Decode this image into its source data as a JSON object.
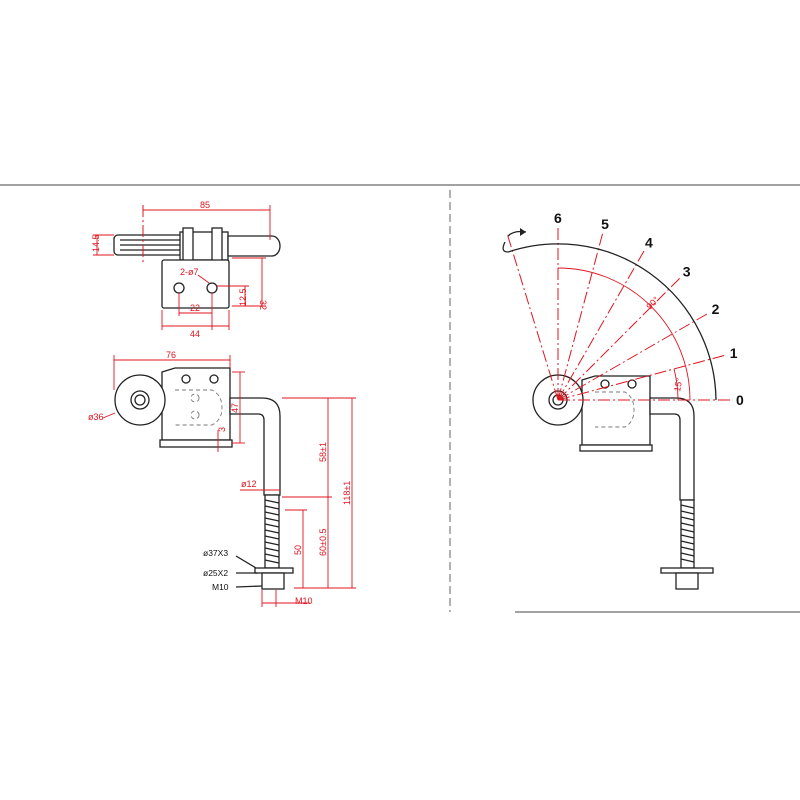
{
  "top_view": {
    "dims": {
      "width": "85",
      "height": "14.5",
      "holes": "2-ø7",
      "plate_height": "32",
      "hole_offset": "12.5",
      "hole_spacing": "22",
      "plate_width": "44"
    }
  },
  "side_view": {
    "dims": {
      "overall": "76",
      "roller": "ø36",
      "bracket_height": "47",
      "plate_thickness": "3",
      "upper": "58±1",
      "total": "118±1",
      "rod": "ø12",
      "lower": "60±0.5",
      "thread": "50",
      "thread_size": "M10"
    },
    "callouts": {
      "washer_large": "ø37X3",
      "washer_small": "ø25X2",
      "nut": "M10"
    }
  },
  "rotation_view": {
    "positions": [
      "0",
      "1",
      "2",
      "3",
      "4",
      "5",
      "6"
    ],
    "angle_total": "90°",
    "angle_step": "15°"
  },
  "colors": {
    "dimension": "#e0141e",
    "outline": "#222222"
  }
}
